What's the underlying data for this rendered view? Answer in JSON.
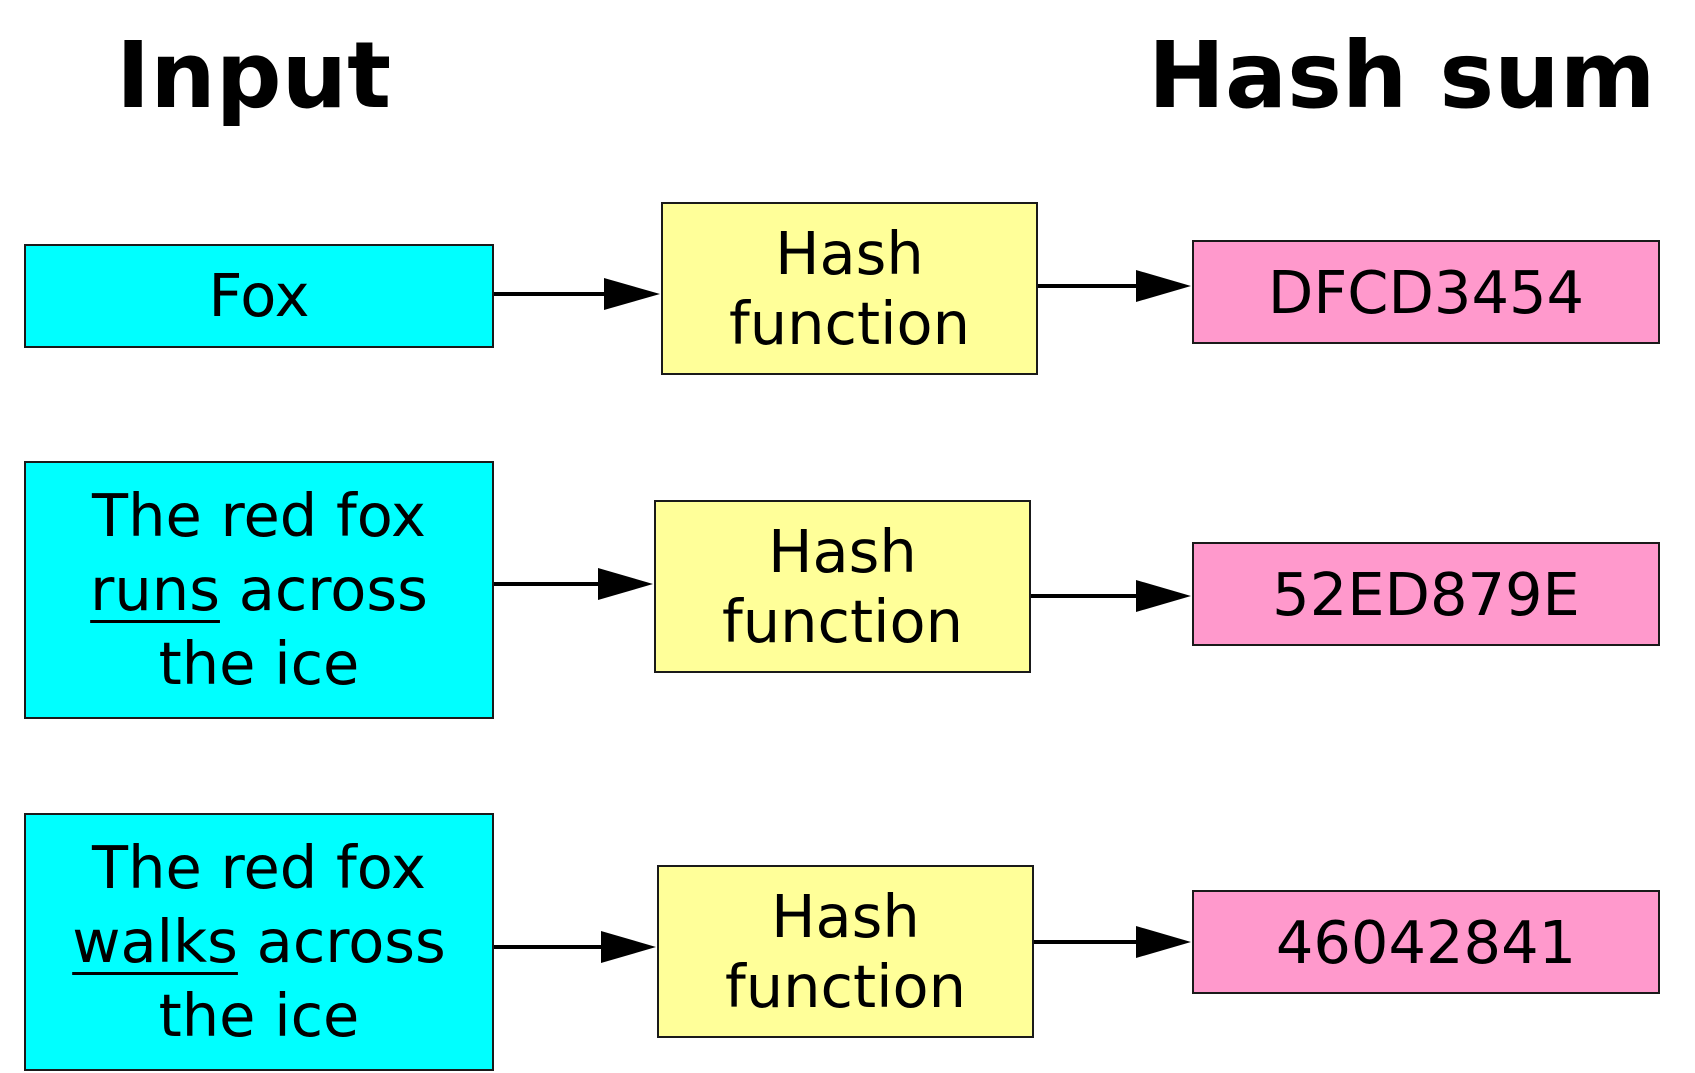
{
  "headings": {
    "input": "Input",
    "output": "Hash sum"
  },
  "rows": [
    {
      "input_lines": [
        "Fox"
      ],
      "function": [
        "Hash",
        "function"
      ],
      "hash": "DFCD3454"
    },
    {
      "input_line1": "The red fox",
      "input_underlined": "runs",
      "input_rest": " across",
      "input_line3": "the ice",
      "function": [
        "Hash",
        "function"
      ],
      "hash": "52ED879E"
    },
    {
      "input_line1": "The red fox",
      "input_underlined": "walks",
      "input_rest": " across",
      "input_line3": "the ice",
      "function": [
        "Hash",
        "function"
      ],
      "hash": "46042841"
    }
  ],
  "colors": {
    "input": "#00ffff",
    "function": "#ffff99",
    "hash": "#ff99cc"
  }
}
